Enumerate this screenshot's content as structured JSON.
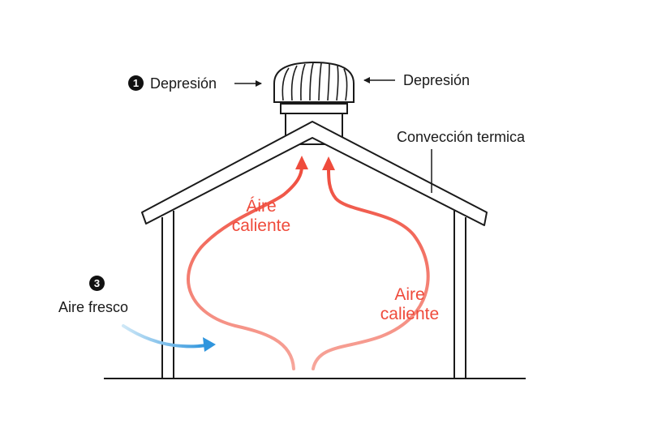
{
  "labels": {
    "left_badge": "1",
    "left_depresion": "Depresión",
    "right_depresion": "Depresión",
    "conveccion": "Convección termica",
    "hot_left_line1": "Áire",
    "hot_left_line2": "caliente",
    "hot_right_line1": "Aire",
    "hot_right_line2": "caliente",
    "fresh_badge": "3",
    "fresh_air": "Aire fresco"
  },
  "colors": {
    "line": "#1a1a1a",
    "hot_air": "#ef4b3c",
    "fresh_air": "#3aa0e0"
  },
  "icons": {
    "turbine": "wind-turbine-ventilator-icon",
    "arrow": "arrow-icon"
  }
}
